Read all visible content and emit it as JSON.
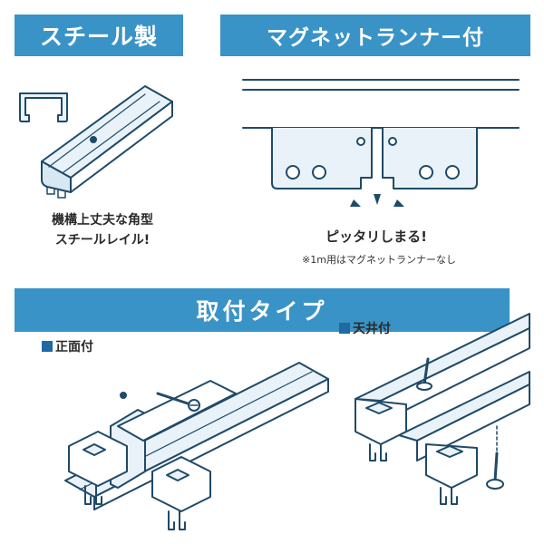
{
  "banners": {
    "steel": "スチール製",
    "magnet": "マグネットランナー付",
    "mount": "取付タイプ"
  },
  "captions": {
    "steel_line1": "機構上丈夫な角型",
    "steel_line2": "スチールレイル!",
    "snap": "ピッタリしまる!",
    "note": "※1m用はマグネットランナーなし"
  },
  "mount_types": {
    "front": "正面付",
    "ceiling": "天井付"
  },
  "colors": {
    "accent": "#3a93c6",
    "line": "#1f4a68",
    "fill": "#e8f2f8"
  }
}
